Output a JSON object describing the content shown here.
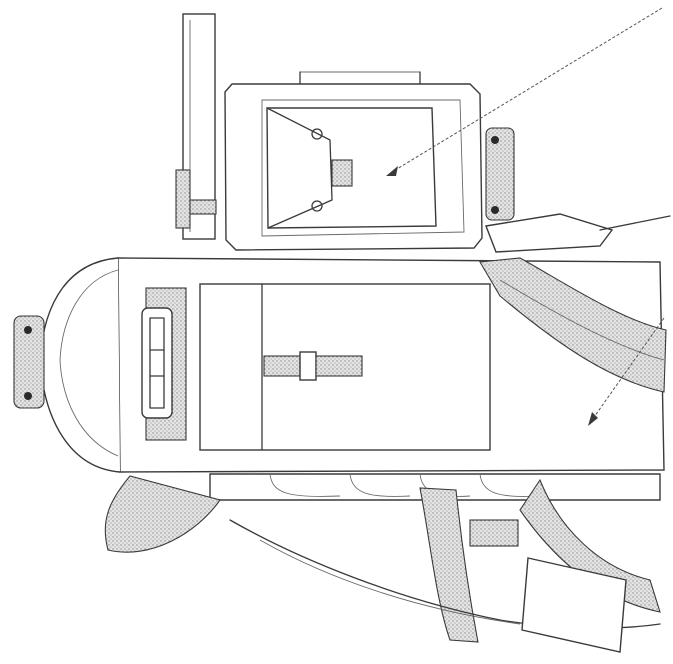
{
  "figure": {
    "subject": "backpack",
    "callouts": [
      "leader-arrow-upper",
      "leader-line-right",
      "leader-arrow-lower"
    ]
  }
}
